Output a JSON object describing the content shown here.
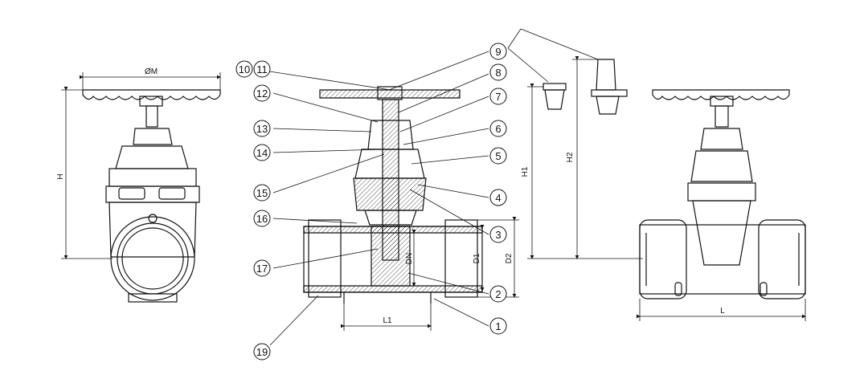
{
  "dimensions": {
    "handwheel_dia": "ØM",
    "height": "H",
    "h1": "H1",
    "h2": "H2",
    "dn": "DN",
    "d1": "D1",
    "d2": "D2",
    "l1": "L1",
    "l": "L"
  },
  "callouts": {
    "c1": "1",
    "c2": "2",
    "c3": "3",
    "c4": "4",
    "c5": "5",
    "c6": "6",
    "c7": "7",
    "c8": "8",
    "c9": "9",
    "c10": "10",
    "c11": "11",
    "c12": "12",
    "c13": "13",
    "c14": "14",
    "c15": "15",
    "c16": "16",
    "c17": "17",
    "c19": "19"
  }
}
